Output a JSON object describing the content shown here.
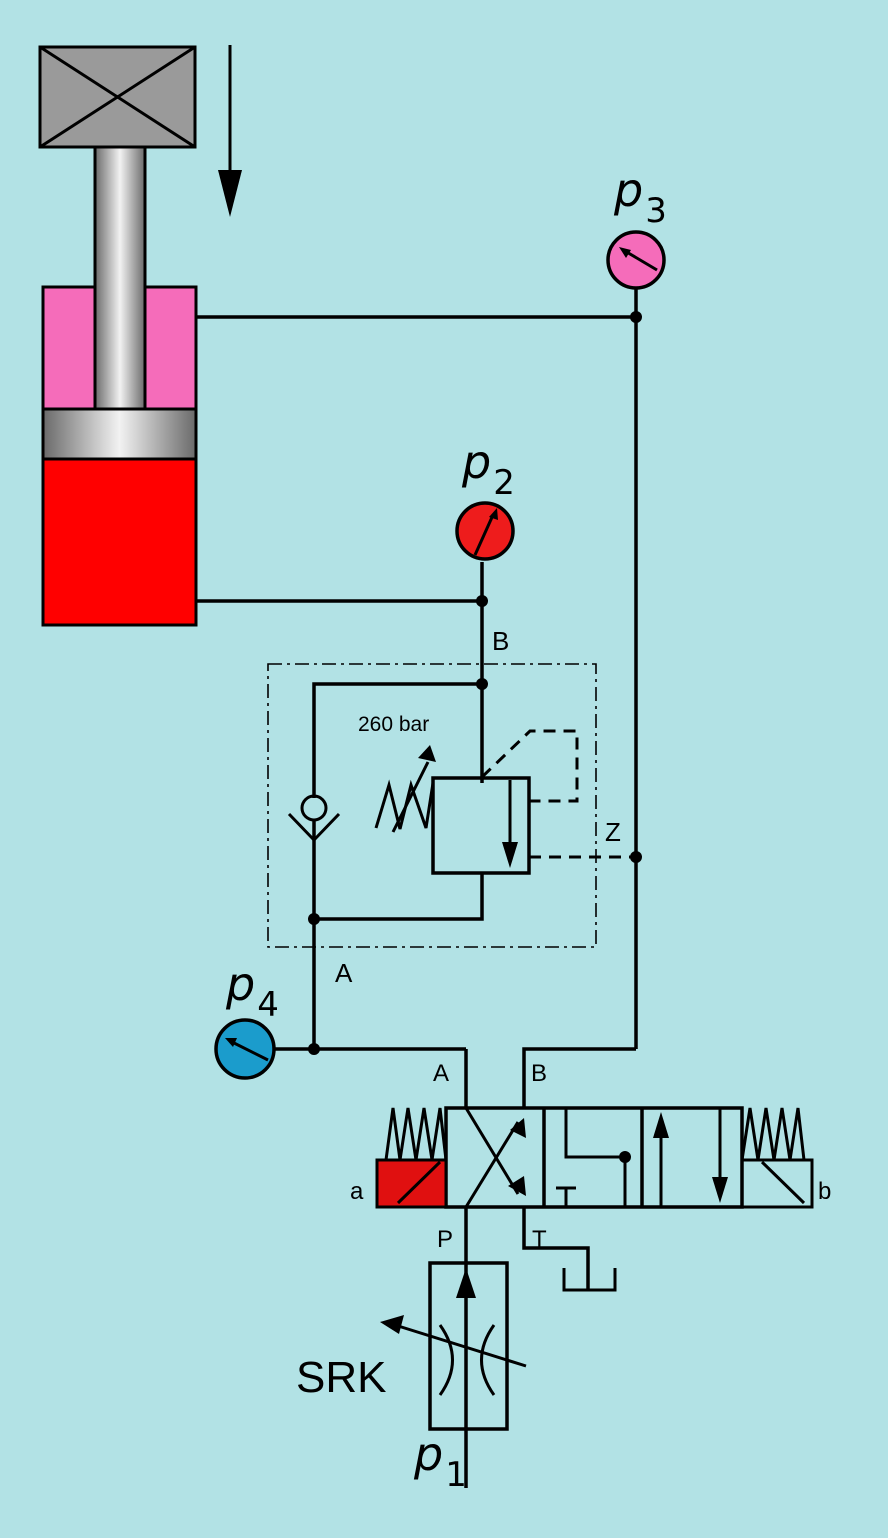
{
  "colors": {
    "background": "#b2e2e5",
    "rod_side": "#f56cba",
    "piston_side": "#ff0000",
    "gauge_p2": "#ee1c1c",
    "gauge_p3": "#f56cba",
    "gauge_p4": "#1b9ccc",
    "solenoid_a": "#e01010",
    "load": "#9a9a9a"
  },
  "gauges": {
    "p1": {
      "letter": "p",
      "sub": "1"
    },
    "p2": {
      "letter": "p",
      "sub": "2"
    },
    "p3": {
      "letter": "p",
      "sub": "3"
    },
    "p4": {
      "letter": "p",
      "sub": "4"
    }
  },
  "counterbalance_valve": {
    "port_B": "B",
    "port_A": "A",
    "port_Z": "Z",
    "spring_setting": "260 bar"
  },
  "directional_valve": {
    "port_A": "A",
    "port_B": "B",
    "port_P": "P",
    "port_T": "T",
    "solenoid_a": "a",
    "solenoid_b": "b"
  },
  "throttle_label": "SRK"
}
